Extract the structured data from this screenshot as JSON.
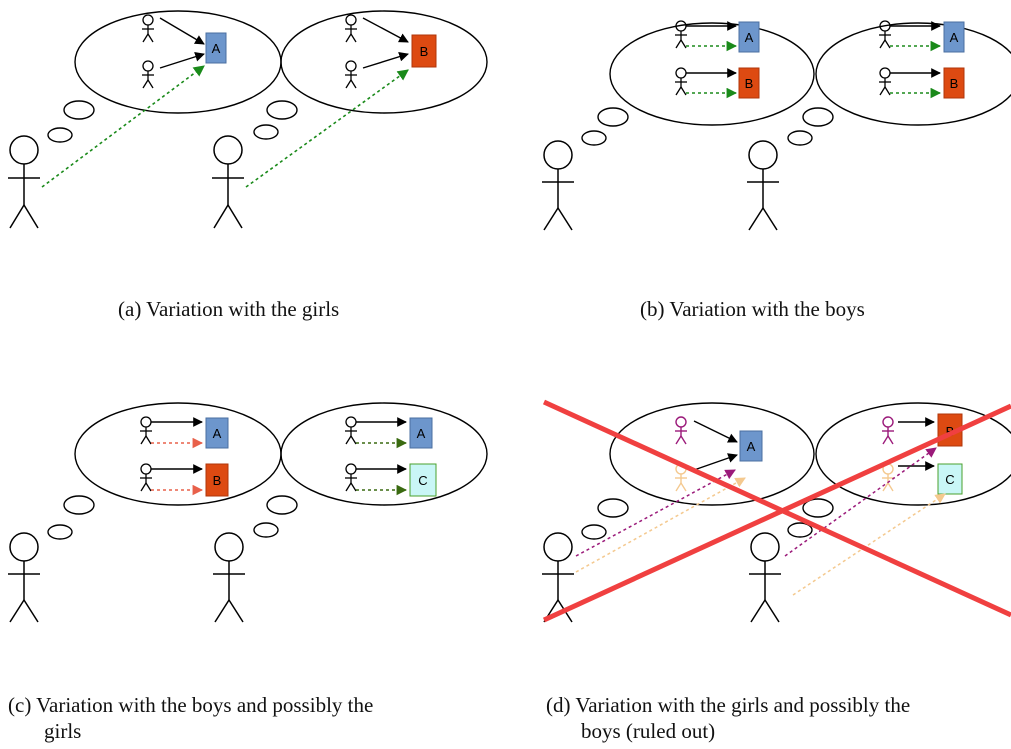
{
  "panels": [
    {
      "id": "a",
      "caption_lines": [
        "(a) Variation with the girls"
      ],
      "left_bubble": {
        "figures": [
          "girl",
          "girl"
        ],
        "arrows": [],
        "single_box": "A",
        "single_box_color": "#6d96cc"
      },
      "right_bubble": {
        "figures": [
          "girl",
          "girl"
        ],
        "single_box": "B",
        "single_box_color": "#dd4a12"
      },
      "thinker_arrows": [
        {
          "color": "#1a8a1a",
          "target": "left"
        },
        {
          "color": "#1a8a1a",
          "target": "right"
        }
      ]
    },
    {
      "id": "b",
      "caption_lines": [
        "(b) Variation with the boys"
      ],
      "left_bubble": {
        "rows": [
          {
            "box": "A",
            "color": "#6d96cc",
            "dotted_color": "#1a8a1a"
          },
          {
            "box": "B",
            "color": "#dd4a12",
            "dotted_color": "#1a8a1a"
          }
        ]
      },
      "right_bubble": {
        "rows": [
          {
            "box": "A",
            "color": "#6d96cc",
            "dotted_color": "#1a8a1a"
          },
          {
            "box": "B",
            "color": "#dd4a12",
            "dotted_color": "#1a8a1a"
          }
        ]
      }
    },
    {
      "id": "c",
      "caption_lines": [
        "(c) Variation with the boys and possibly the",
        "girls"
      ],
      "left_bubble": {
        "rows": [
          {
            "box": "A",
            "color": "#6d96cc",
            "dotted_color": "#e8604a"
          },
          {
            "box": "B",
            "color": "#dd4a12",
            "dotted_color": "#e8604a"
          }
        ]
      },
      "right_bubble": {
        "rows": [
          {
            "box": "A",
            "color": "#6d96cc",
            "dotted_color": "#3a6a10"
          },
          {
            "box": "C",
            "color": "#c9f6f6",
            "dotted_color": "#3a6a10"
          }
        ]
      }
    },
    {
      "id": "d",
      "caption_lines": [
        "(d) Variation with the girls and possibly the",
        "boys (ruled out)"
      ],
      "left_bubble": {
        "box": "A",
        "color": "#6d96cc"
      },
      "right_bubble": {
        "boxes": [
          {
            "box": "B",
            "color": "#dd4a12"
          },
          {
            "box": "C",
            "color": "#c9f6f6"
          }
        ]
      },
      "girl_color": "#9b1a7a",
      "boy_color": "#f4c98f",
      "cross_color": "#f04040"
    }
  ]
}
